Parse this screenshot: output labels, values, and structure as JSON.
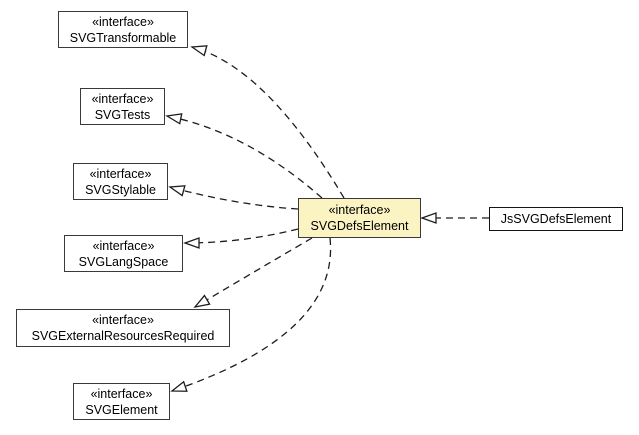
{
  "diagram": {
    "kind": "uml-class-diagram",
    "stereotype_label": "«interface»"
  },
  "colors": {
    "background": "#ffffff",
    "main_node_fill": "#fbf3c2",
    "node_fill": "#ffffff",
    "node_border": "#3a3a3a",
    "edge": "#1c1c1c"
  },
  "nodes": {
    "transformable": {
      "stereotype": "«interface»",
      "name": "SVGTransformable"
    },
    "tests": {
      "stereotype": "«interface»",
      "name": "SVGTests"
    },
    "stylable": {
      "stereotype": "«interface»",
      "name": "SVGStylable"
    },
    "langspace": {
      "stereotype": "«interface»",
      "name": "SVGLangSpace"
    },
    "external": {
      "stereotype": "«interface»",
      "name": "SVGExternalResourcesRequired"
    },
    "element": {
      "stereotype": "«interface»",
      "name": "SVGElement"
    },
    "defs": {
      "stereotype": "«interface»",
      "name": "SVGDefsElement"
    },
    "js": {
      "name": "JsSVGDefsElement"
    }
  },
  "edges": [
    {
      "from": "SVGDefsElement",
      "to": "SVGTransformable",
      "type": "realization",
      "style": "dashed-hollow-triangle"
    },
    {
      "from": "SVGDefsElement",
      "to": "SVGTests",
      "type": "realization",
      "style": "dashed-hollow-triangle"
    },
    {
      "from": "SVGDefsElement",
      "to": "SVGStylable",
      "type": "realization",
      "style": "dashed-hollow-triangle"
    },
    {
      "from": "SVGDefsElement",
      "to": "SVGLangSpace",
      "type": "realization",
      "style": "dashed-hollow-triangle"
    },
    {
      "from": "SVGDefsElement",
      "to": "SVGExternalResourcesRequired",
      "type": "realization",
      "style": "dashed-hollow-triangle"
    },
    {
      "from": "SVGDefsElement",
      "to": "SVGElement",
      "type": "realization",
      "style": "dashed-hollow-triangle"
    },
    {
      "from": "JsSVGDefsElement",
      "to": "SVGDefsElement",
      "type": "realization",
      "style": "dashed-hollow-triangle"
    }
  ]
}
